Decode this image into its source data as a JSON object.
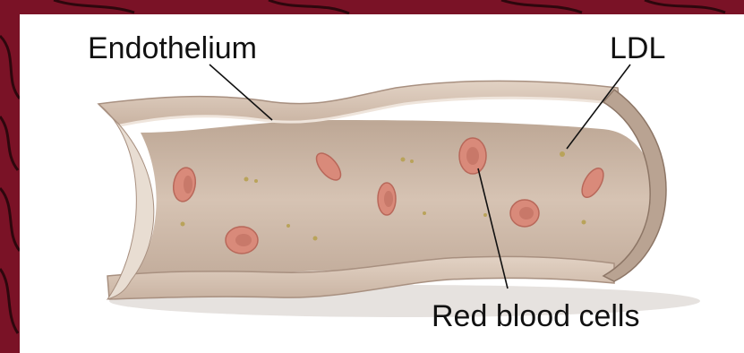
{
  "labels": {
    "endothelium": "Endothelium",
    "ldl": "LDL",
    "red_blood_cells": "Red blood cells"
  },
  "colors": {
    "background_maroon": "#7a1226",
    "panel_white": "#ffffff",
    "vessel_wall": "#d8c4b4",
    "lumen": "#cdb7a6",
    "red_blood_cell": "#d98a7a",
    "ldl_particle": "#b9a35a",
    "leader_line": "#111111"
  }
}
